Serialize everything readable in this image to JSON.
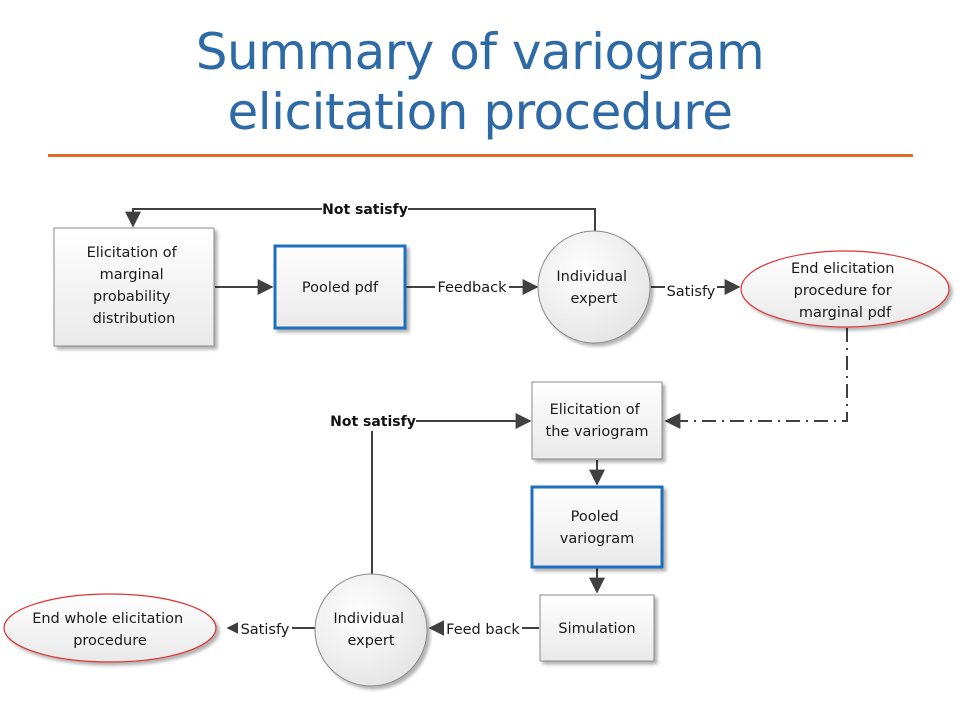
{
  "title": {
    "line1": "Summary of variogram",
    "line2": "elicitation procedure"
  },
  "nodes": {
    "elicit_marginal": [
      "Elicitation of",
      "marginal",
      "probability",
      "distribution"
    ],
    "pooled_pdf": [
      "Pooled pdf"
    ],
    "expert_top": [
      "Individual",
      "expert"
    ],
    "end_marginal": [
      "End elicitation",
      "procedure for",
      "marginal pdf"
    ],
    "elicit_variogram": [
      "Elicitation of",
      "the variogram"
    ],
    "pooled_variogram": [
      "Pooled",
      "variogram"
    ],
    "simulation": [
      "Simulation"
    ],
    "expert_bottom": [
      "Individual",
      "expert"
    ],
    "end_whole": [
      "End whole elicitation",
      "procedure"
    ]
  },
  "edge_labels": {
    "not_satisfy_top": "Not satisfy",
    "feedback_top": "Feedback",
    "satisfy_top": "Satisfy",
    "not_satisfy_bottom": "Not satisfy",
    "feedback_bottom": "Feed back",
    "satisfy_bottom": "Satisfy"
  },
  "colors": {
    "title": "#2e6aa6",
    "rule": "#e06a2c",
    "pooled_border": "#1f6fbf",
    "end_border": "#e03030",
    "line": "#404040"
  }
}
